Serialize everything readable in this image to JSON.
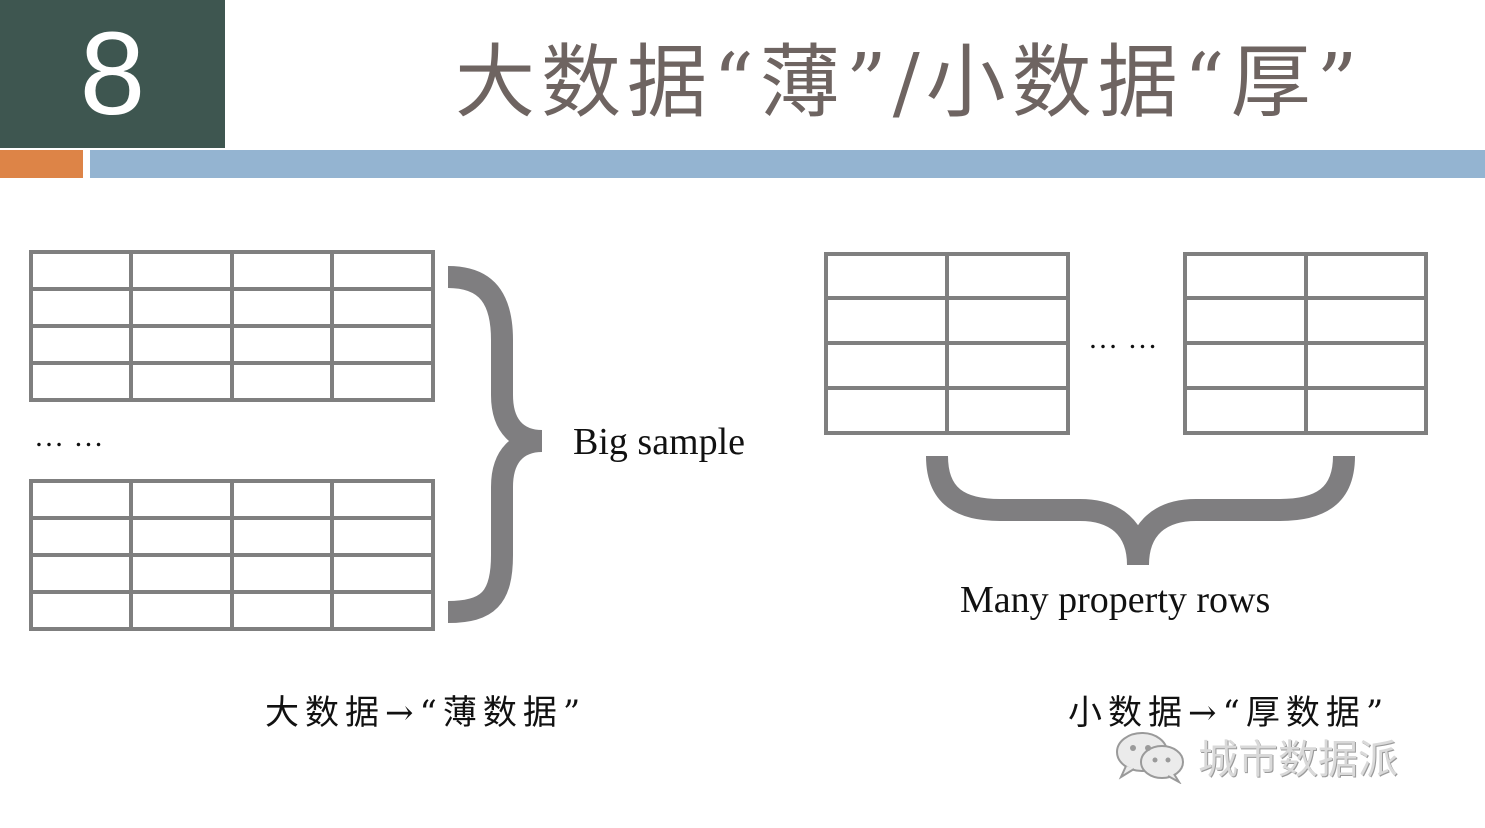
{
  "slide": {
    "number": "8",
    "title": "大数据“薄”/小数据“厚”"
  },
  "left_diagram": {
    "ellipsis": "… …",
    "brace_label": "Big sample",
    "caption": "大数据→“薄数据”"
  },
  "right_diagram": {
    "ellipsis": "… …",
    "brace_label": "Many property rows",
    "caption": "小数据→“厚数据”"
  },
  "watermark": {
    "text": "城市数据派",
    "icon": "wechat-icon"
  },
  "colors": {
    "number_box": "#3e5650",
    "title_text": "#6e6461",
    "accent_orange": "#dd8447",
    "accent_blue": "#94b4d1",
    "table_line": "#7f7f7f",
    "brace": "#7f7e80"
  }
}
